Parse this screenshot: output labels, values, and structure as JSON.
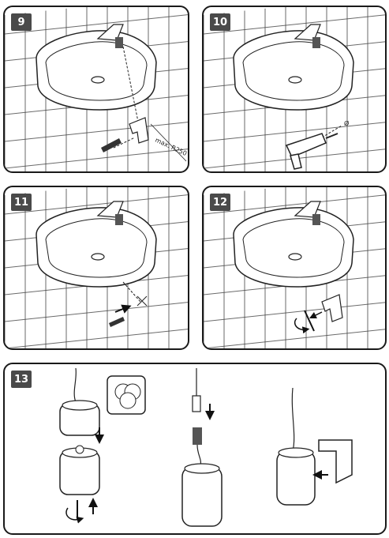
{
  "steps": [
    {
      "number": "9",
      "dimension_label": "max. R250"
    },
    {
      "number": "10",
      "drill_size_label": "Ø"
    },
    {
      "number": "11"
    },
    {
      "number": "12"
    },
    {
      "number": "13"
    }
  ],
  "colors": {
    "frame": "#1a1a1a",
    "badge": "#4a4a4a",
    "badge_text": "#ffffff",
    "line": "#222222"
  }
}
